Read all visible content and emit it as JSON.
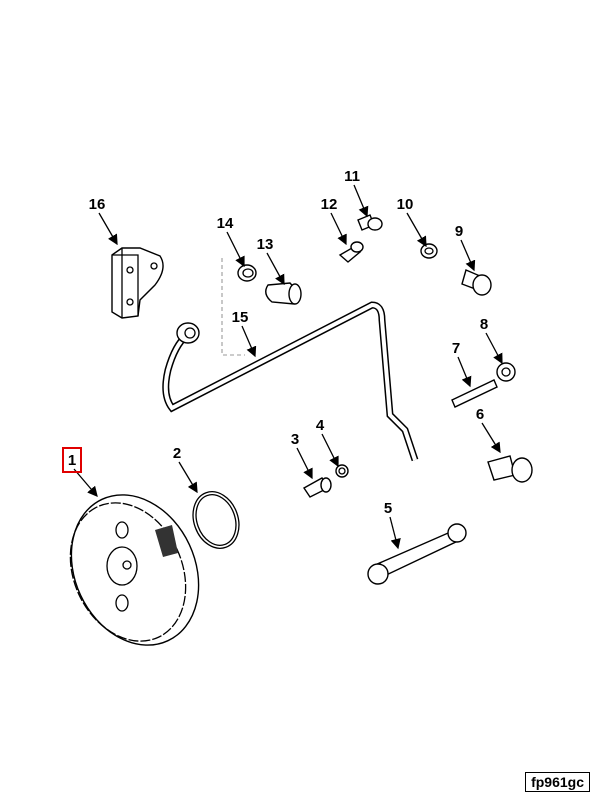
{
  "diagram": {
    "figure_id": "fp961gc",
    "highlight_color": "#e00000",
    "highlighted_callout": "1",
    "callouts": [
      "1",
      "2",
      "3",
      "4",
      "5",
      "6",
      "7",
      "8",
      "9",
      "10",
      "11",
      "12",
      "13",
      "14",
      "15",
      "16"
    ]
  }
}
